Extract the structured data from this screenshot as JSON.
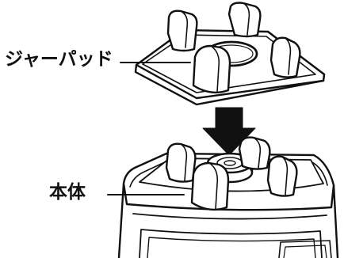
{
  "labels": {
    "jar_pad": "ジャーパッド",
    "main_body": "本体"
  },
  "arrow": {
    "direction": "down",
    "color": "#111111"
  },
  "colors": {
    "line": "#111111",
    "fill": "#ffffff"
  }
}
